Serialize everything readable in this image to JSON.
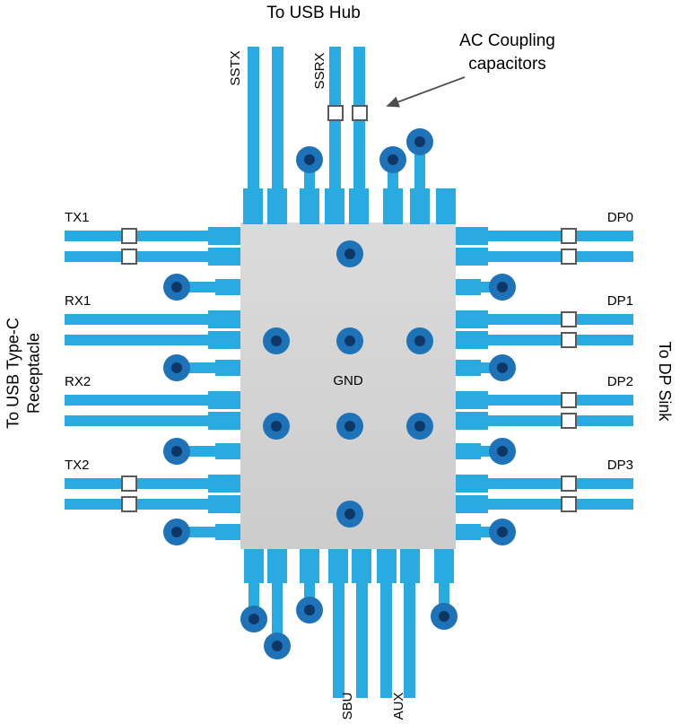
{
  "labels": {
    "to_usb_hub": "To USB Hub",
    "ac_coupling_line1": "AC Coupling",
    "ac_coupling_line2": "capacitors",
    "sstx": "SSTX",
    "ssrx": "SSRX",
    "to_usb_typec_line1": "To USB Type-C",
    "to_usb_typec_line2": "Receptacle",
    "to_dp_sink": "To DP Sink",
    "gnd": "GND",
    "sbu": "SBU",
    "aux": "AUX"
  },
  "left_lanes": [
    "TX1",
    "RX1",
    "RX2",
    "TX2"
  ],
  "right_lanes": [
    "DP0",
    "DP1",
    "DP2",
    "DP3"
  ],
  "colors": {
    "trace": "#29ABE2",
    "chip": "#D6D6D6",
    "via_outer": "#1E72B8",
    "via_inner": "#0E3766",
    "cap_fill": "#FFFFFF",
    "cap_border": "#58595B",
    "arrow": "#4D4D4D",
    "text": "#000000"
  }
}
